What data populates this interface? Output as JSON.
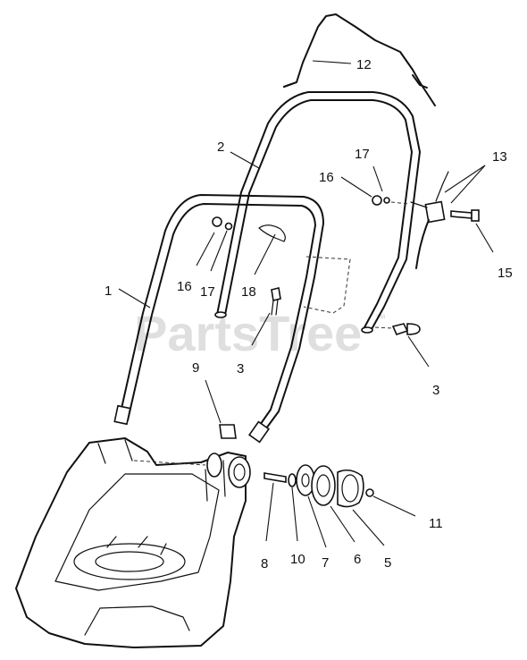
{
  "diagram": {
    "watermark": "PartsTree",
    "watermark_mark": "™",
    "callouts": [
      {
        "id": "c12a",
        "label": "12"
      },
      {
        "id": "c2",
        "label": "2"
      },
      {
        "id": "c17a",
        "label": "17"
      },
      {
        "id": "c16a",
        "label": "16"
      },
      {
        "id": "c13",
        "label": "13"
      },
      {
        "id": "c15",
        "label": "15"
      },
      {
        "id": "c1",
        "label": "1"
      },
      {
        "id": "c16b",
        "label": "16"
      },
      {
        "id": "c17b",
        "label": "17"
      },
      {
        "id": "c18",
        "label": "18"
      },
      {
        "id": "c3a",
        "label": "3"
      },
      {
        "id": "c3b",
        "label": "3"
      },
      {
        "id": "c9",
        "label": "9"
      },
      {
        "id": "c11",
        "label": "11"
      },
      {
        "id": "c8",
        "label": "8"
      },
      {
        "id": "c10",
        "label": "10"
      },
      {
        "id": "c7",
        "label": "7"
      },
      {
        "id": "c6",
        "label": "6"
      },
      {
        "id": "c5",
        "label": "5"
      }
    ]
  }
}
